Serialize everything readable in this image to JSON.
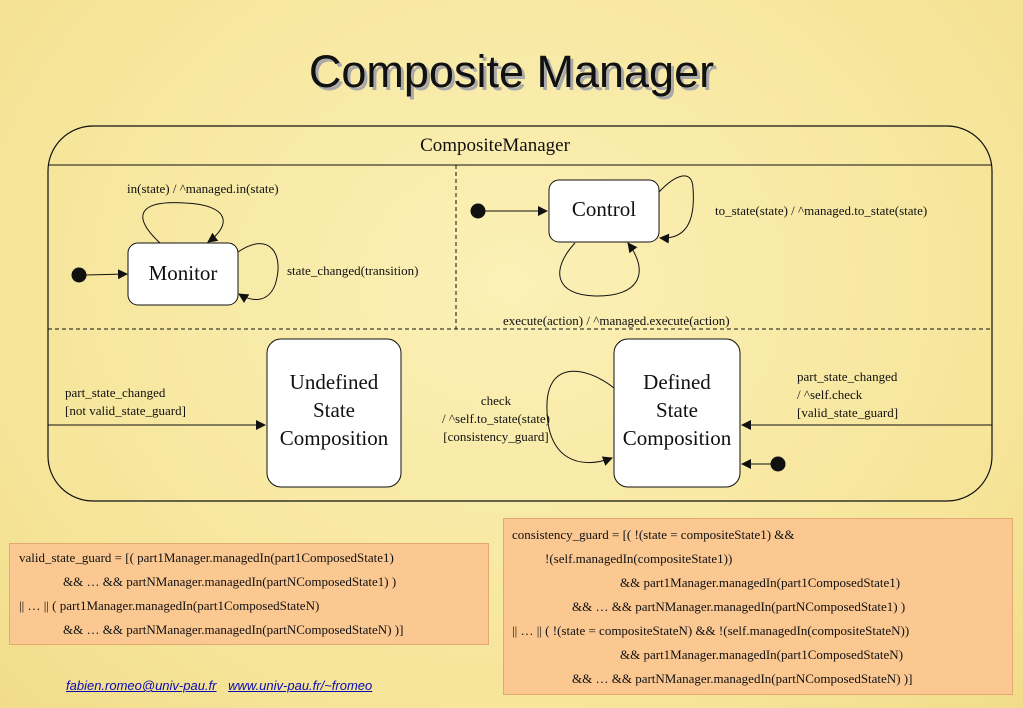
{
  "slide": {
    "title": "Composite Manager"
  },
  "diagram": {
    "container_name": "CompositeManager",
    "states": {
      "monitor": "Monitor",
      "control": "Control",
      "undefined": [
        "Undefined",
        "State",
        "Composition"
      ],
      "defined": [
        "Defined",
        "State",
        "Composition"
      ]
    },
    "transitions": {
      "monitor_in": "in(state) / ^managed.in(state)",
      "monitor_changed": "state_changed(transition)",
      "control_to_state": "to_state(state) / ^managed.to_state(state)",
      "control_execute": "execute(action) / ^managed.execute(action)",
      "undefined_entry": [
        "part_state_changed",
        "[not valid_state_guard]"
      ],
      "check": [
        "check",
        "/ ^self.to_state(state)",
        "[consistency_guard]"
      ],
      "defined_entry": [
        "part_state_changed",
        "/ ^self.check",
        "[valid_state_guard]"
      ]
    },
    "colors": {
      "background": "#f6e59a",
      "code_box": "#fbc892",
      "link": "#0b0bb0"
    }
  },
  "guards": {
    "valid_state_guard": [
      "valid_state_guard = [( part1Manager.managedIn(part1ComposedState1)",
      "&& … && partNManager.managedIn(partNComposedState1) )",
      "|| … || ( part1Manager.managedIn(part1ComposedStateN)",
      "&& … && partNManager.managedIn(partNComposedStateN) )]"
    ],
    "consistency_guard": [
      "consistency_guard = [( !(state = compositeState1) &&",
      "!(self.managedIn(compositeState1))",
      "&& part1Manager.managedIn(part1ComposedState1)",
      "&& … && partNManager.managedIn(partNComposedState1) )",
      "|| … || ( !(state = compositeStateN) && !(self.managedIn(compositeStateN))",
      "&& part1Manager.managedIn(part1ComposedStateN)",
      "&& … && partNManager.managedIn(partNComposedStateN) )]"
    ]
  },
  "footer": {
    "email": "fabien.romeo@univ-pau.fr",
    "url": "www.univ-pau.fr/~fromeo"
  }
}
